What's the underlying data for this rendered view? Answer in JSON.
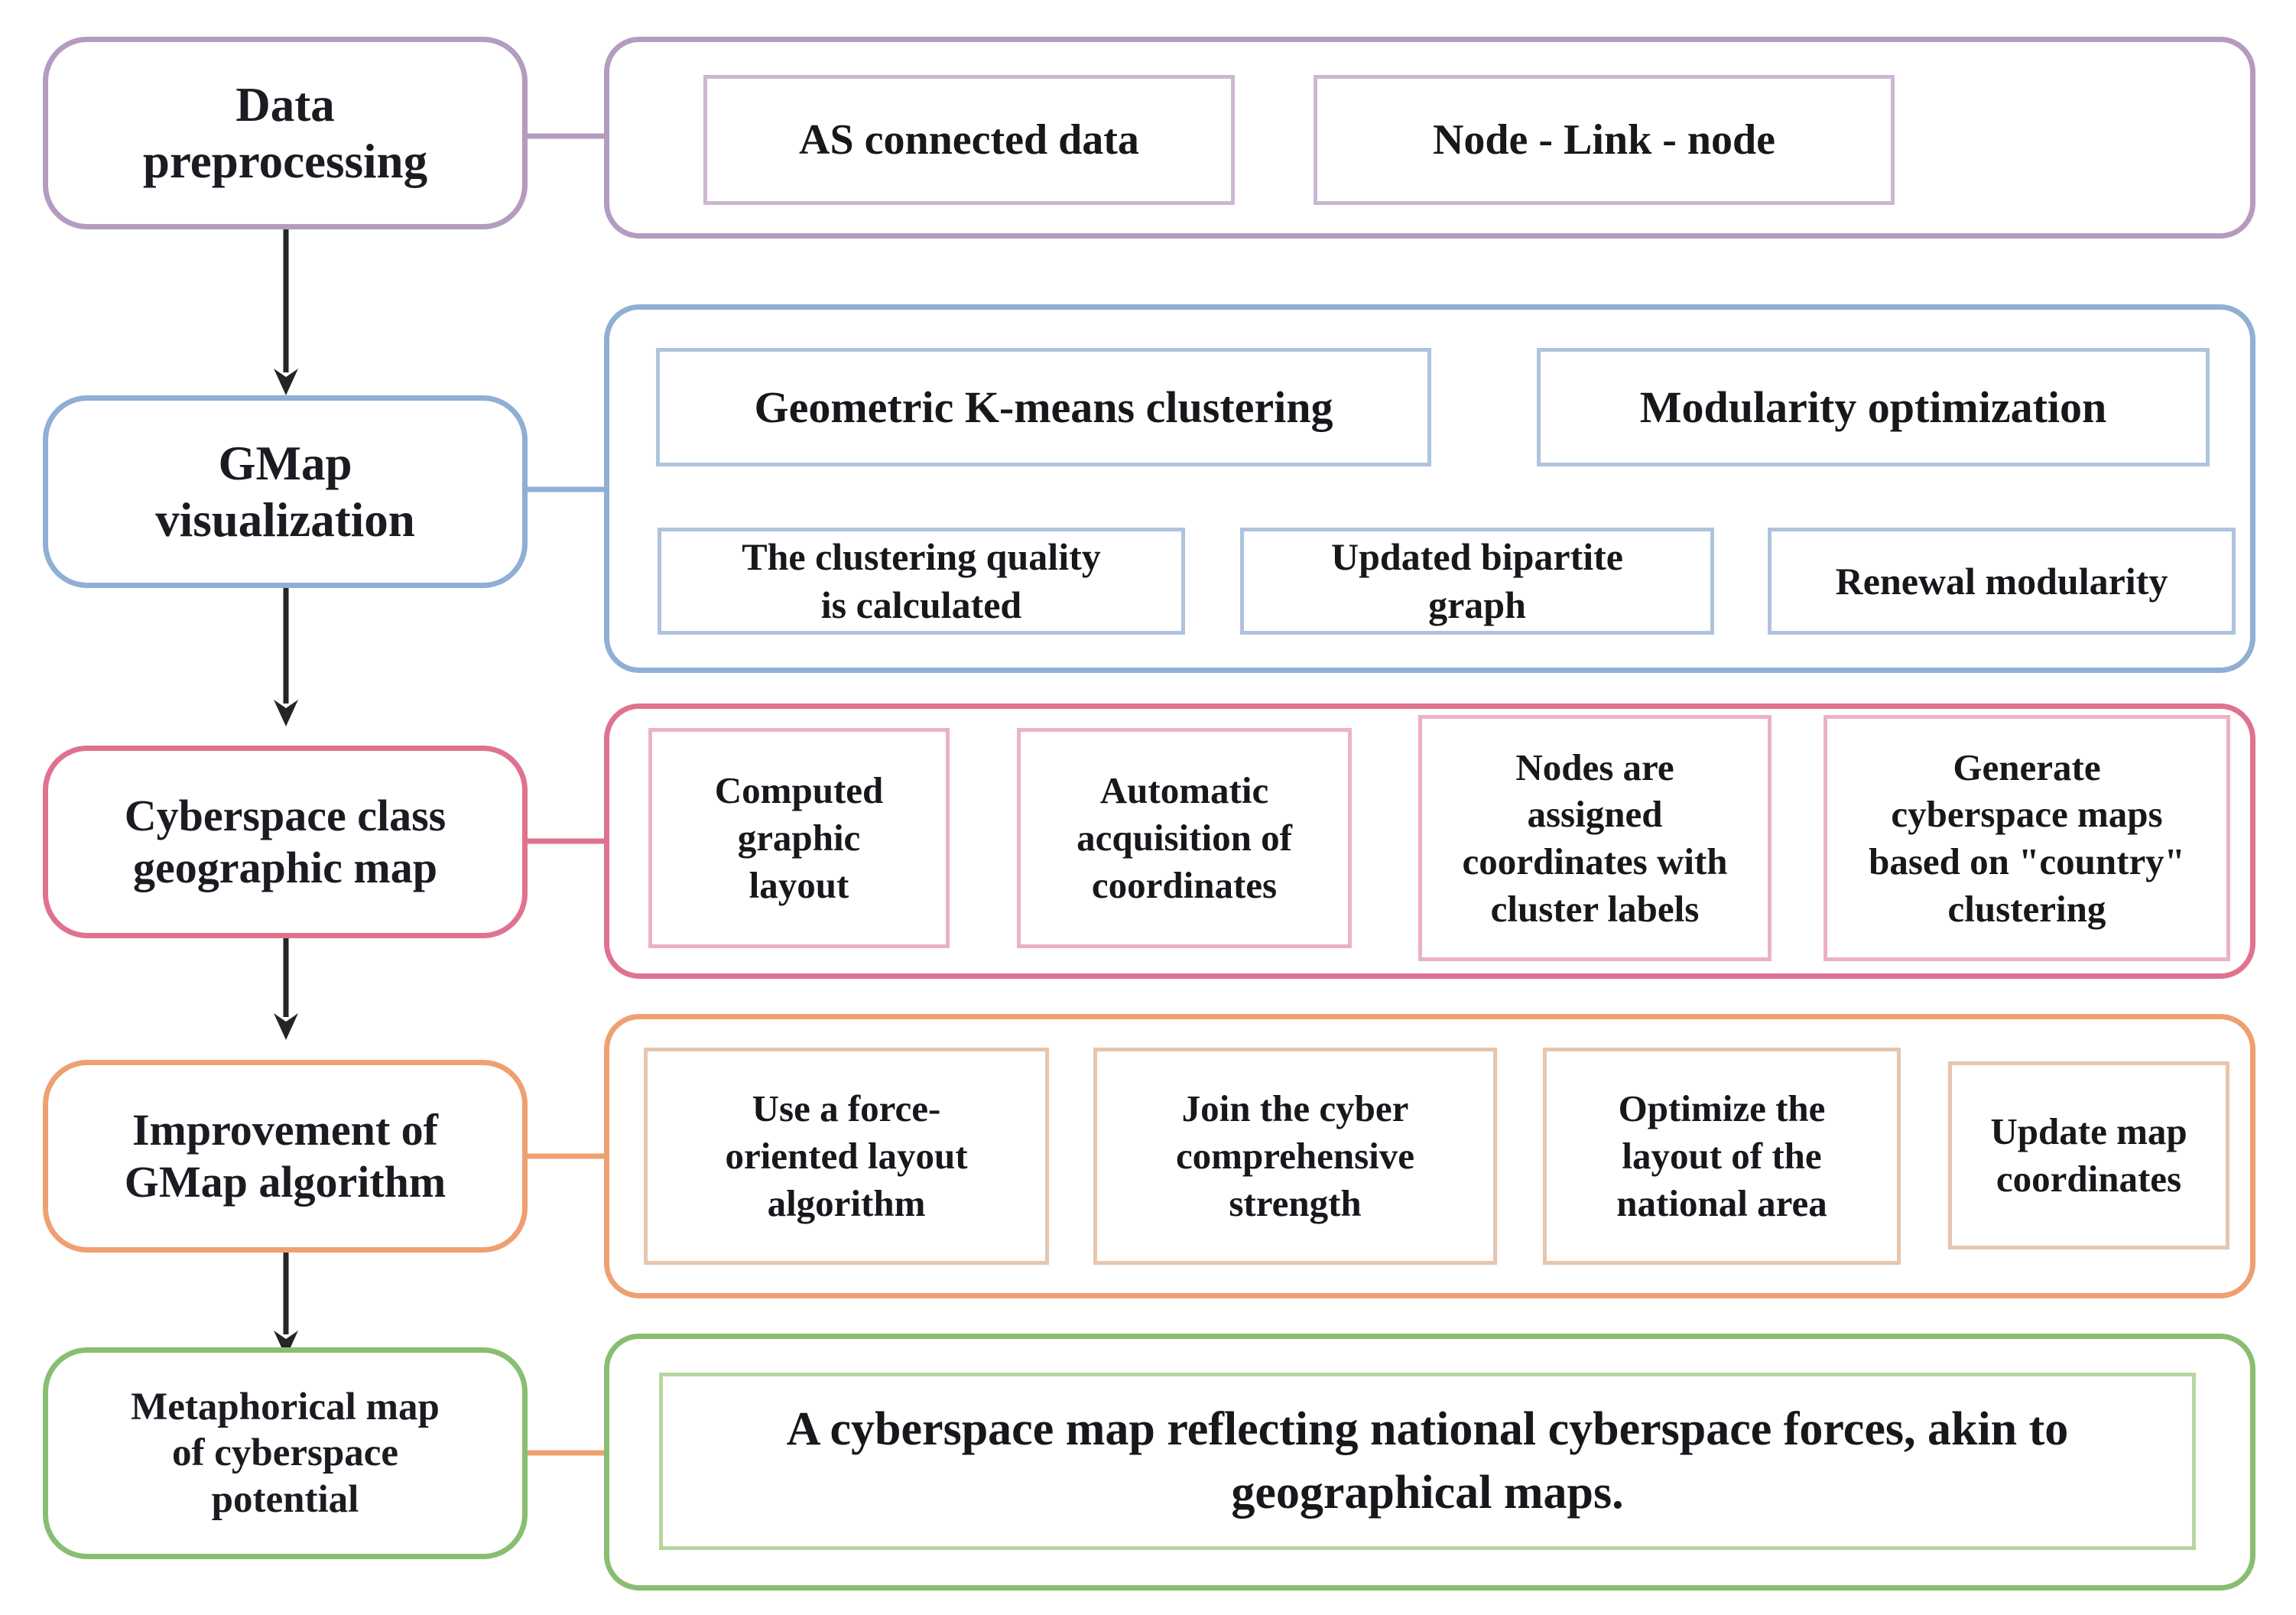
{
  "diagram": {
    "title": "Cyberspace metaphorical map generation workflow",
    "colors": {
      "purple": "#B49BC0",
      "purple_inner": "#CDB6D4",
      "blue": "#8FAFD4",
      "blue_inner": "#AEC3DE",
      "pink": "#E0728F",
      "pink_inner": "#ECB2C4",
      "orange": "#EFA071",
      "orange_inner": "#E6C6AE",
      "green": "#88BE72",
      "green_inner": "#B5D6A0",
      "arrow": "#252528",
      "text": "#17171c"
    }
  },
  "stages": [
    {
      "id": "data-preprocessing",
      "label": "Data\npreprocessing"
    },
    {
      "id": "gmap-visualization",
      "label": "GMap\nvisualization"
    },
    {
      "id": "cyberspace-class-map",
      "label": "Cyberspace class\ngeographic map"
    },
    {
      "id": "improvement-gmap",
      "label": "Improvement of\nGMap algorithm"
    },
    {
      "id": "metaphorical-map",
      "label": "Metaphorical map\nof cyberspace\npotential"
    }
  ],
  "rows": [
    {
      "id": "row-preprocessing",
      "accent": "purple",
      "steps": [
        {
          "id": "as-connected-data",
          "label": "AS connected data"
        },
        {
          "id": "node-link-node",
          "label": "Node - Link - node"
        }
      ]
    },
    {
      "id": "row-gmap",
      "accent": "blue",
      "steps": [
        {
          "id": "geometric-kmeans",
          "label": "Geometric K-means clustering"
        },
        {
          "id": "modularity-optimization",
          "label": "Modularity optimization"
        },
        {
          "id": "clustering-quality",
          "label": "The  clustering quality\nis calculated"
        },
        {
          "id": "updated-bipartite-graph",
          "label": "Updated bipartite\ngraph"
        },
        {
          "id": "renewal-modularity",
          "label": "Renewal modularity"
        }
      ]
    },
    {
      "id": "row-cyberspace-map",
      "accent": "pink",
      "steps": [
        {
          "id": "computed-graphic-layout",
          "label": "Computed\ngraphic\nlayout"
        },
        {
          "id": "automatic-acquisition",
          "label": "Automatic\nacquisition of\ncoordinates"
        },
        {
          "id": "nodes-assigned-coordinates",
          "label": "Nodes are\nassigned\ncoordinates  with\ncluster labels"
        },
        {
          "id": "generate-cyberspace-maps",
          "label": "Generate\ncyberspace maps\nbased on \"country\"\nclustering"
        }
      ]
    },
    {
      "id": "row-improvement",
      "accent": "orange",
      "steps": [
        {
          "id": "force-oriented-layout",
          "label": "Use a force-\noriented layout\nalgorithm"
        },
        {
          "id": "join-cyber-strength",
          "label": "Join the cyber\ncomprehensive\nstrength"
        },
        {
          "id": "optimize-national-layout",
          "label": "Optimize the\nlayout of the\nnational area"
        },
        {
          "id": "update-map-coordinates",
          "label": "Update map\ncoordinates"
        }
      ]
    },
    {
      "id": "row-metaphorical",
      "accent": "green",
      "steps": [
        {
          "id": "final-result",
          "label": "A cyberspace map reflecting national cyberspace forces, akin to geographical maps."
        }
      ]
    }
  ]
}
